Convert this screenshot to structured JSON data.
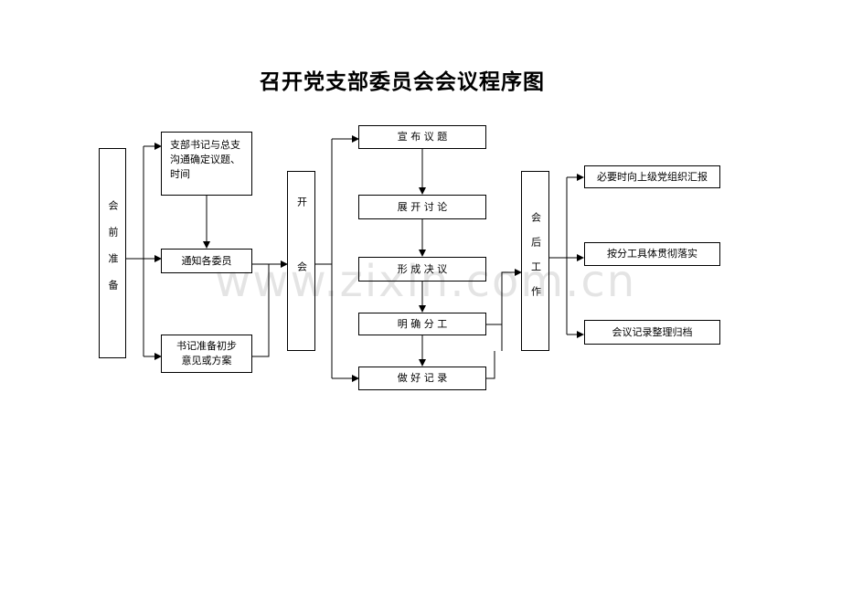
{
  "title": "召开党支部委员会会议程序图",
  "watermark": "www.zixin.com.cn",
  "stages": {
    "prep": "会前准备",
    "meeting": "开会",
    "after": "会后工作"
  },
  "prep_steps": {
    "consult": "支部书记与总支沟通确定议题、时间",
    "notify": "通知各委员",
    "secretary_prep": "书记准备初步意见或方案"
  },
  "meeting_steps": {
    "announce": "宣 布 议 题",
    "discuss": "展 开 讨 论",
    "resolve": "形 成 决 议",
    "assign": "明 确 分 工",
    "record": "做 好 记 录"
  },
  "after_steps": {
    "report": "必要时向上级党组织汇报",
    "implement": "按分工具体贯彻落实",
    "archive": "会议记录整理归档"
  }
}
